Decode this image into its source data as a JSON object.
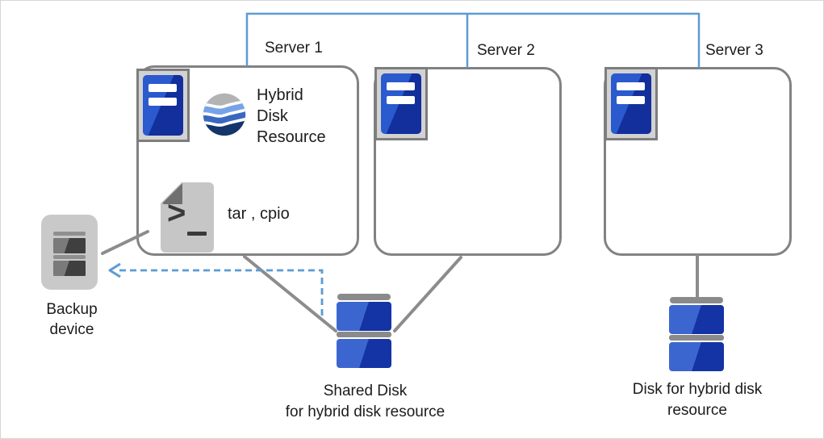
{
  "servers": [
    {
      "label": "Server 1"
    },
    {
      "label": "Server 2"
    },
    {
      "label": "Server 3"
    }
  ],
  "server1_contents": {
    "resource_lines": [
      "Hybrid",
      "Disk",
      "Resource"
    ],
    "tools_label": "tar , cpio",
    "terminal_prompt": ">"
  },
  "backup_device": {
    "lines": [
      "Backup",
      "device"
    ]
  },
  "shared_disk": {
    "lines": [
      "Shared Disk",
      "for hybrid disk resource"
    ]
  },
  "hybrid_disk": {
    "lines": [
      "Disk for hybrid disk",
      "resource"
    ]
  },
  "icons": {
    "server": "server-tower-icon",
    "hybrid_disk_resource": "wave-sphere-icon",
    "tools": "terminal-document-icon",
    "backup": "tape-drive-icon",
    "disk": "disk-stack-icon"
  },
  "colors": {
    "interconnect_line": "#5b9bd5",
    "backup_flow_dashed": "#5b9bd5",
    "connector_gray": "#8c8c8c",
    "box_border": "#828282",
    "server_blue_light": "#2a5ace",
    "server_blue_dark": "#122f9c",
    "disk_blue_light": "#3c66cf",
    "disk_blue_dark": "#1433a4",
    "icon_gray": "#c9c9c9",
    "sphere_gray": "#b3b3b3",
    "sphere_light_blue": "#76a3e8",
    "sphere_mid_blue": "#3a67c0",
    "sphere_navy": "#14356b"
  }
}
